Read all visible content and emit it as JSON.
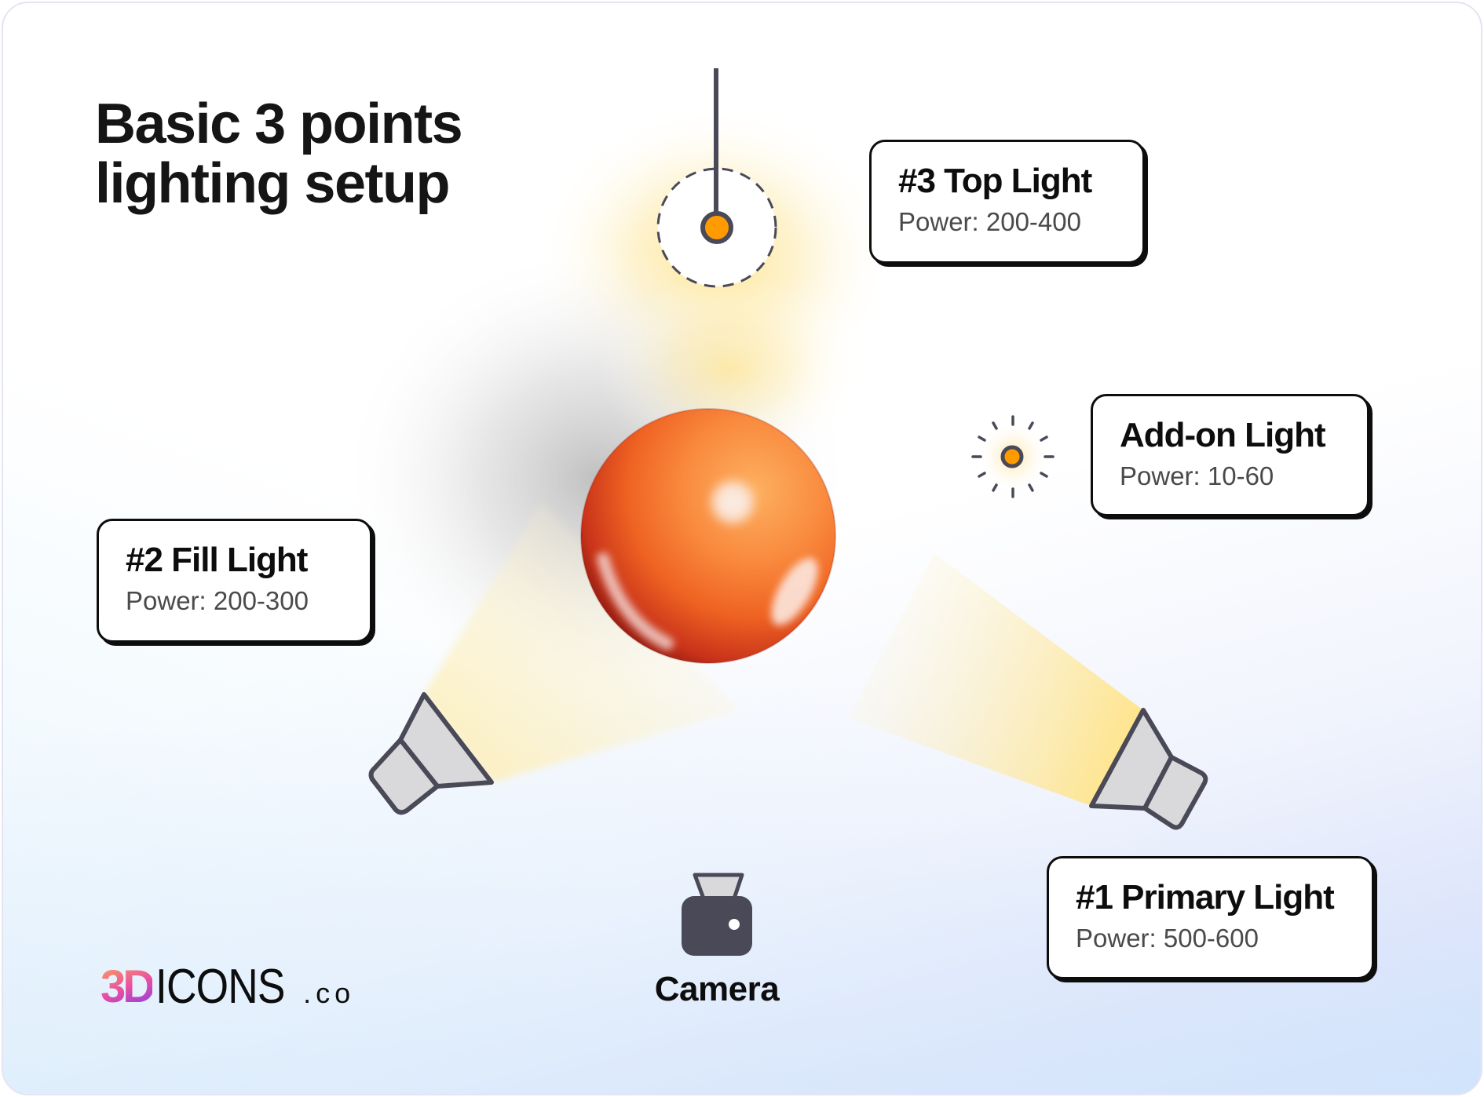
{
  "title": {
    "line1": "Basic 3 points",
    "line2": "lighting setup"
  },
  "lights": [
    {
      "id": "top",
      "name": "#3 Top Light",
      "power": "Power: 200-400"
    },
    {
      "id": "addon",
      "name": "Add-on Light",
      "power": "Power: 10-60"
    },
    {
      "id": "fill",
      "name": "#2 Fill Light",
      "power": "Power: 200-300"
    },
    {
      "id": "primary",
      "name": "#1 Primary Light",
      "power": "Power: 500-600"
    }
  ],
  "camera": {
    "label": "Camera"
  },
  "logo": {
    "part1": "3D",
    "part2": "ICONS",
    "part3": ".co"
  },
  "colors": {
    "accent_orange": "#ff9b00",
    "icon_stroke": "#4a4957",
    "lamp_fill": "#d9d9dc",
    "beam_yellow": "#ffe48a",
    "sphere_orange": "#f4702a",
    "card_border": "#0d0d0d"
  }
}
